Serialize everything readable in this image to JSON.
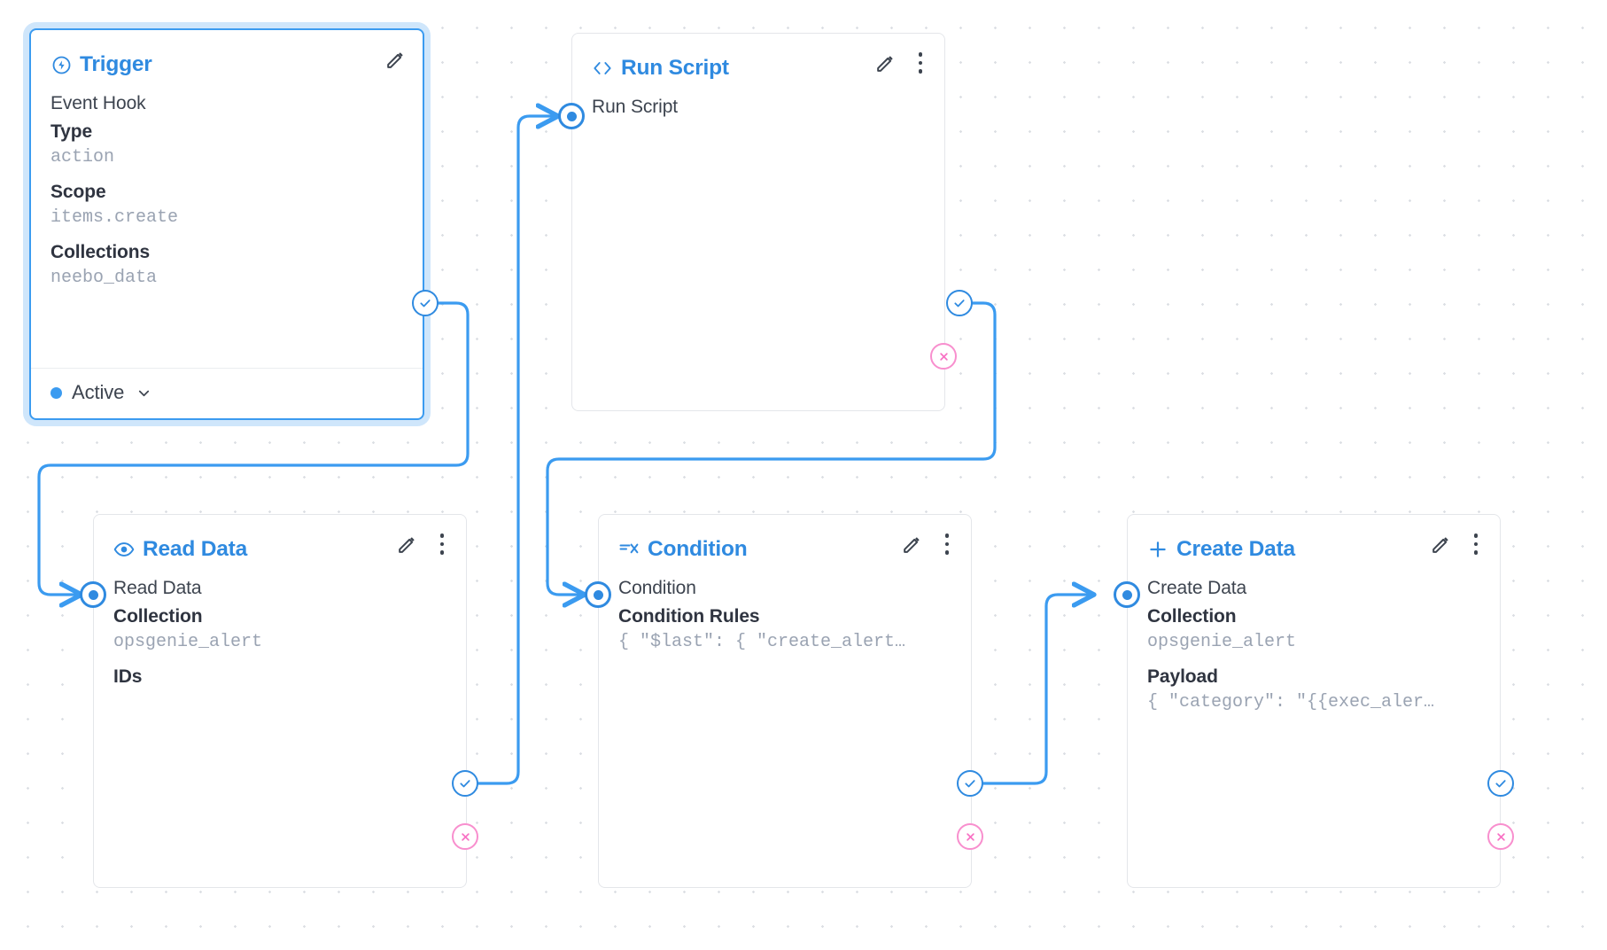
{
  "canvas": {
    "grid": "dot-grid",
    "accent_color": "#2f8ae0",
    "reject_color": "#f871c4",
    "card_border_color": "#e4e6ea",
    "muted_value_color": "#9aa3b2"
  },
  "nodes": [
    {
      "id": "trigger",
      "title": "Trigger",
      "title_icon": "bolt-circle-icon",
      "selected": true,
      "subtitle": "Event Hook",
      "fields": [
        {
          "key": "Type",
          "value": "action"
        },
        {
          "key": "Scope",
          "value": "items.create"
        },
        {
          "key": "Collections",
          "value": "neebo_data"
        }
      ],
      "footer": {
        "status_label": "Active",
        "status_dot_color": "#3b9bf0",
        "chevron_icon": "chevron-down-icon"
      },
      "actions": {
        "edit": "pencil-icon"
      }
    },
    {
      "id": "run-script",
      "title": "Run Script",
      "title_icon": "code-brackets-icon",
      "selected": false,
      "subtitle": "Run Script",
      "fields": [],
      "actions": {
        "edit": "pencil-icon",
        "more": "kebab-menu-icon"
      }
    },
    {
      "id": "read-data",
      "title": "Read Data",
      "title_icon": "eye-icon",
      "selected": false,
      "subtitle": "Read Data",
      "fields": [
        {
          "key": "Collection",
          "value": "opsgenie_alert"
        },
        {
          "key": "IDs",
          "value": ""
        }
      ],
      "actions": {
        "edit": "pencil-icon",
        "more": "kebab-menu-icon"
      }
    },
    {
      "id": "condition",
      "title": "Condition",
      "title_icon": "condition-branch-icon",
      "selected": false,
      "subtitle": "Condition",
      "fields": [
        {
          "key": "Condition Rules",
          "value": "{ \"$last\": { \"create_alert…"
        }
      ],
      "actions": {
        "edit": "pencil-icon",
        "more": "kebab-menu-icon"
      }
    },
    {
      "id": "create-data",
      "title": "Create Data",
      "title_icon": "plus-icon",
      "selected": false,
      "subtitle": "Create Data",
      "fields": [
        {
          "key": "Collection",
          "value": "opsgenie_alert"
        },
        {
          "key": "Payload",
          "value": "{ \"category\": \"{{exec_aler…"
        }
      ],
      "actions": {
        "edit": "pencil-icon",
        "more": "kebab-menu-icon"
      }
    }
  ],
  "ports": {
    "resolve_icon": "check-circle-icon",
    "reject_icon": "x-circle-icon",
    "input_icon": "target-dot-icon"
  }
}
